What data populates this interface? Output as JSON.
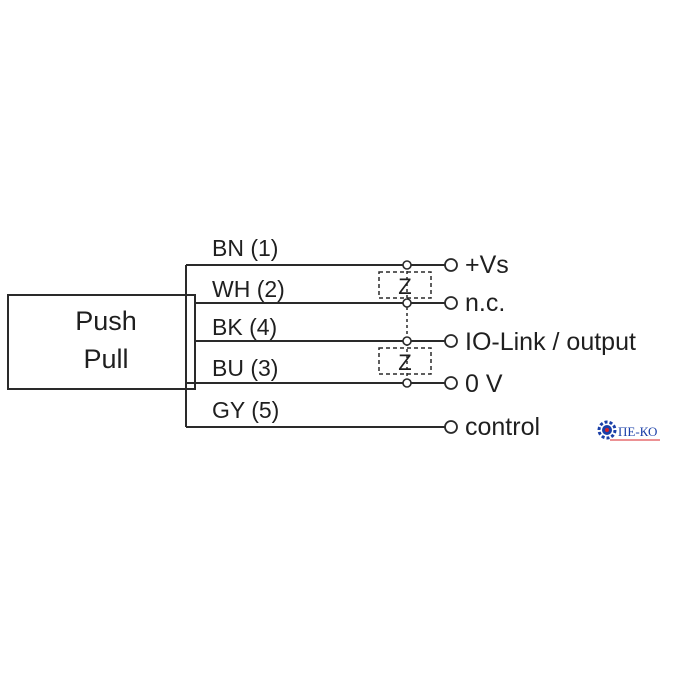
{
  "block": {
    "line1": "Push",
    "line2": "Pull"
  },
  "wires": [
    {
      "label": "BN (1)",
      "terminal": "+Vs"
    },
    {
      "label": "WH (2)",
      "terminal": "n.c."
    },
    {
      "label": "BK (4)",
      "terminal": "IO-Link / output"
    },
    {
      "label": "BU (3)",
      "terminal": "0 V"
    },
    {
      "label": "GY (5)",
      "terminal": "control"
    }
  ],
  "impedance": {
    "upper": "Z",
    "lower": "Z"
  },
  "logo": {
    "text": "ПЕ-КО",
    "icon": "gear-icon",
    "color": "#1a3fa8",
    "accent": "#d8232a"
  }
}
